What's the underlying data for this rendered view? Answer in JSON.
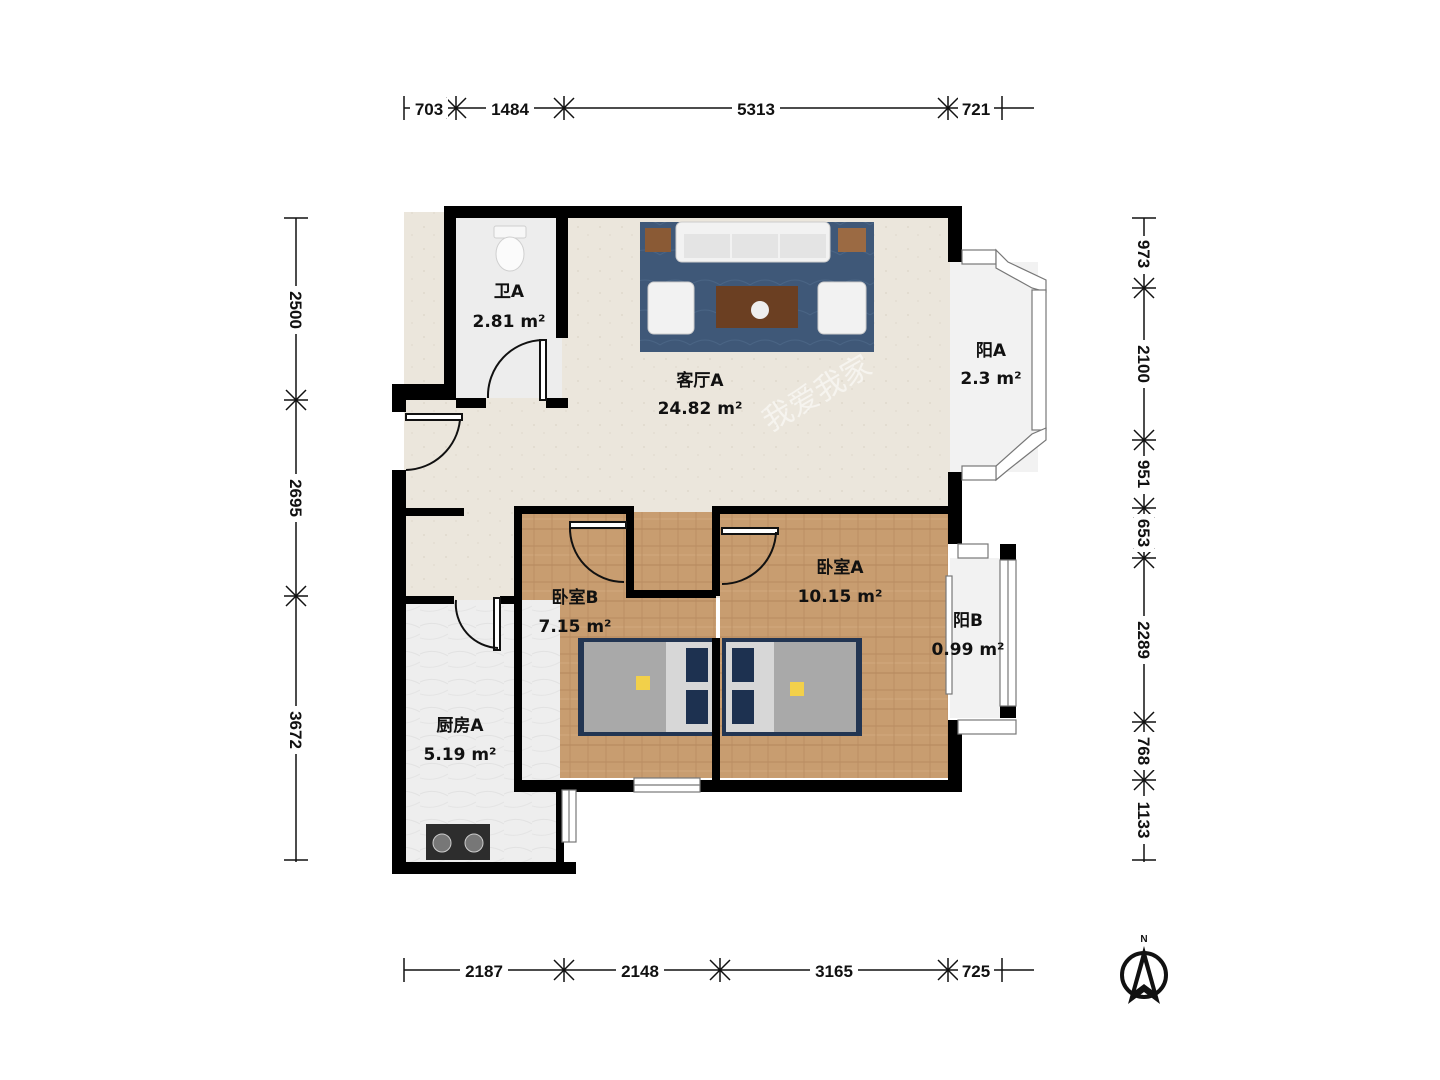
{
  "rooms": {
    "bath_a": {
      "name": "卫A",
      "area": "2.81 m²"
    },
    "living_a": {
      "name": "客厅A",
      "area": "24.82 m²"
    },
    "balcony_a": {
      "name": "阳A",
      "area": "2.3 m²"
    },
    "bedroom_b": {
      "name": "卧室B",
      "area": "7.15 m²"
    },
    "bedroom_a": {
      "name": "卧室A",
      "area": "10.15 m²"
    },
    "balcony_b": {
      "name": "阳B",
      "area": "0.99 m²"
    },
    "kitchen_a": {
      "name": "厨房A",
      "area": "5.19 m²"
    }
  },
  "dimensions": {
    "top": [
      "703",
      "1484",
      "5313",
      "721"
    ],
    "bottom": [
      "2187",
      "2148",
      "3165",
      "725"
    ],
    "left": [
      "2500",
      "2695",
      "3672"
    ],
    "right": [
      "973",
      "2100",
      "951",
      "653",
      "2289",
      "768",
      "1133"
    ]
  },
  "compass": {
    "north_label": "N"
  },
  "watermark": "我爱我家",
  "colors": {
    "wall": "#000000",
    "tile_floor": "#ece7de",
    "wood_floor": "#c69a6d",
    "kitchen_floor": "#ededed",
    "balcony_floor": "#f1f1f1",
    "rug": "#3d5677",
    "dim_line": "#111111"
  }
}
